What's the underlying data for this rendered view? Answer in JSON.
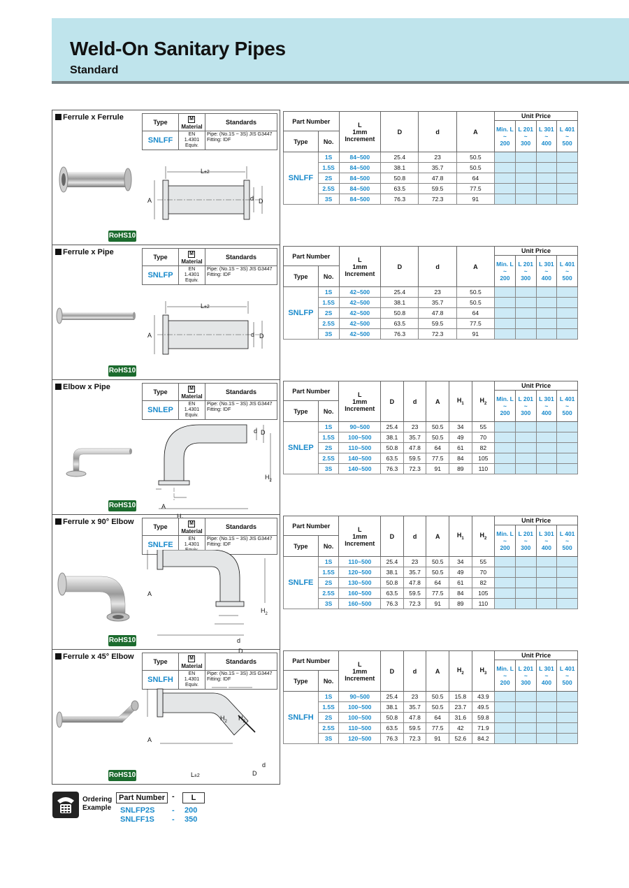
{
  "header": {
    "title": "Weld-On Sanitary Pipes",
    "subtitle": "Standard"
  },
  "mini_headers": {
    "type": "Type",
    "material_icon": "M",
    "material": "Material",
    "standards": "Standards"
  },
  "rohs": "RoHS10",
  "table_headers": {
    "part_number": "Part Number",
    "type": "Type",
    "no": "No.",
    "l_line1": "L",
    "l_line2": "1mm",
    "l_line3": "Increment",
    "unit_price": "Unit Price",
    "price_cols": [
      {
        "a": "Min. L",
        "b": "200"
      },
      {
        "a": "L 201",
        "b": "300"
      },
      {
        "a": "L 301",
        "b": "400"
      },
      {
        "a": "L 401",
        "b": "500"
      }
    ],
    "tilde": "~"
  },
  "dim_labels": {
    "l": "L",
    "pm2": "±2",
    "a": "A",
    "d": "d",
    "D": "D",
    "h1": "H",
    "h1s": "1",
    "h2": "H",
    "h2s": "2",
    "h3": "H",
    "h3s": "3"
  },
  "products": [
    {
      "name": "Ferrule x Ferrule",
      "type": "SNLFF",
      "material": "EN 1.4301 Equiv.",
      "standards": "Pipe: (No.1S ~ 3S) JIS G3447 Fitting: IDF",
      "cols": [
        "D",
        "d",
        "A"
      ],
      "rows": [
        {
          "no": "1S",
          "l": "84~500",
          "v": [
            "25.4",
            "23",
            "50.5"
          ]
        },
        {
          "no": "1.5S",
          "l": "84~500",
          "v": [
            "38.1",
            "35.7",
            "50.5"
          ]
        },
        {
          "no": "2S",
          "l": "84~500",
          "v": [
            "50.8",
            "47.8",
            "64"
          ]
        },
        {
          "no": "2.5S",
          "l": "84~500",
          "v": [
            "63.5",
            "59.5",
            "77.5"
          ]
        },
        {
          "no": "3S",
          "l": "84~500",
          "v": [
            "76.3",
            "72.3",
            "91"
          ]
        }
      ]
    },
    {
      "name": "Ferrule x Pipe",
      "type": "SNLFP",
      "material": "EN 1.4301 Equiv.",
      "standards": "Pipe: (No.1S ~ 3S) JIS G3447 Fitting: IDF",
      "cols": [
        "D",
        "d",
        "A"
      ],
      "rows": [
        {
          "no": "1S",
          "l": "42~500",
          "v": [
            "25.4",
            "23",
            "50.5"
          ]
        },
        {
          "no": "1.5S",
          "l": "42~500",
          "v": [
            "38.1",
            "35.7",
            "50.5"
          ]
        },
        {
          "no": "2S",
          "l": "42~500",
          "v": [
            "50.8",
            "47.8",
            "64"
          ]
        },
        {
          "no": "2.5S",
          "l": "42~500",
          "v": [
            "63.5",
            "59.5",
            "77.5"
          ]
        },
        {
          "no": "3S",
          "l": "42~500",
          "v": [
            "76.3",
            "72.3",
            "91"
          ]
        }
      ]
    },
    {
      "name": "Elbow x Pipe",
      "type": "SNLEP",
      "material": "EN 1.4301 Equiv.",
      "standards": "Pipe: (No.1S ~ 3S) JIS G3447 Fitting: IDF",
      "cols": [
        "D",
        "d",
        "A",
        "H1",
        "H2"
      ],
      "rows": [
        {
          "no": "1S",
          "l": "90~500",
          "v": [
            "25.4",
            "23",
            "50.5",
            "34",
            "55"
          ]
        },
        {
          "no": "1.5S",
          "l": "100~500",
          "v": [
            "38.1",
            "35.7",
            "50.5",
            "49",
            "70"
          ]
        },
        {
          "no": "2S",
          "l": "110~500",
          "v": [
            "50.8",
            "47.8",
            "64",
            "61",
            "82"
          ]
        },
        {
          "no": "2.5S",
          "l": "140~500",
          "v": [
            "63.5",
            "59.5",
            "77.5",
            "84",
            "105"
          ]
        },
        {
          "no": "3S",
          "l": "140~500",
          "v": [
            "76.3",
            "72.3",
            "91",
            "89",
            "110"
          ]
        }
      ]
    },
    {
      "name": "Ferrule x 90° Elbow",
      "type": "SNLFE",
      "material": "EN 1.4301 Equiv.",
      "standards": "Pipe: (No.1S ~ 3S) JIS G3447 Fitting: IDF",
      "cols": [
        "D",
        "d",
        "A",
        "H1",
        "H2"
      ],
      "rows": [
        {
          "no": "1S",
          "l": "110~500",
          "v": [
            "25.4",
            "23",
            "50.5",
            "34",
            "55"
          ]
        },
        {
          "no": "1.5S",
          "l": "120~500",
          "v": [
            "38.1",
            "35.7",
            "50.5",
            "49",
            "70"
          ]
        },
        {
          "no": "2S",
          "l": "130~500",
          "v": [
            "50.8",
            "47.8",
            "64",
            "61",
            "82"
          ]
        },
        {
          "no": "2.5S",
          "l": "160~500",
          "v": [
            "63.5",
            "59.5",
            "77.5",
            "84",
            "105"
          ]
        },
        {
          "no": "3S",
          "l": "160~500",
          "v": [
            "76.3",
            "72.3",
            "91",
            "89",
            "110"
          ]
        }
      ]
    },
    {
      "name": "Ferrule x 45° Elbow",
      "type": "SNLFH",
      "material": "EN 1.4301 Equiv.",
      "standards": "Pipe: (No.1S ~ 3S) JIS G3447 Fitting: IDF",
      "cols": [
        "D",
        "d",
        "A",
        "H2",
        "H3"
      ],
      "rows": [
        {
          "no": "1S",
          "l": "90~500",
          "v": [
            "25.4",
            "23",
            "50.5",
            "15.8",
            "43.9"
          ]
        },
        {
          "no": "1.5S",
          "l": "100~500",
          "v": [
            "38.1",
            "35.7",
            "50.5",
            "23.7",
            "49.5"
          ]
        },
        {
          "no": "2S",
          "l": "100~500",
          "v": [
            "50.8",
            "47.8",
            "64",
            "31.6",
            "59.8"
          ]
        },
        {
          "no": "2.5S",
          "l": "110~500",
          "v": [
            "63.5",
            "59.5",
            "77.5",
            "42",
            "71.9"
          ]
        },
        {
          "no": "3S",
          "l": "120~500",
          "v": [
            "76.3",
            "72.3",
            "91",
            "52.6",
            "84.2"
          ]
        }
      ]
    }
  ],
  "ordering": {
    "label_line1": "Ordering",
    "label_line2": "Example",
    "part_number_label": "Part Number",
    "dash": "-",
    "l_label": "L",
    "examples": [
      {
        "pn": "SNLFP2S",
        "l": "200"
      },
      {
        "pn": "SNLFF1S",
        "l": "350"
      }
    ]
  },
  "colors": {
    "header_bg": "#bfe4ec",
    "accent_blue": "#1a8acb",
    "price_cell": "#cdeaf6",
    "rohs": "#1c6b2e"
  }
}
